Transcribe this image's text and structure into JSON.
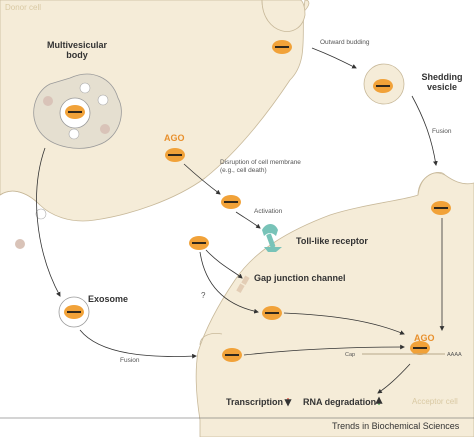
{
  "labels": {
    "donor_cell": "Donor cell",
    "multivesicular_body": "Multivesicular\nbody",
    "outward_budding": "Outward budding",
    "shedding_vesicle": "Shedding\nvesicle",
    "fusion_top": "Fusion",
    "ago_left": "AGO",
    "disruption": "Disruption of cell membrane\n(e.g., cell death)",
    "activation": "Activation",
    "toll_like_receptor": "Toll-like receptor",
    "gap_junction_channel": "Gap junction channel",
    "question_mark": "?",
    "exosome": "Exosome",
    "fusion_bottom": "Fusion",
    "ago_right": "AGO",
    "cap": "Cap",
    "aaaa": "AAAA",
    "transcription": "Transcription",
    "rna_degradation": "RNA degradation",
    "acceptor_cell": "Acceptor cell",
    "credit": "Trends in Biochemical Sciences"
  },
  "colors": {
    "donor_fill": "#f5ecd8",
    "acceptor_fill": "#f5ecd8",
    "ago_orange": "#f1a239",
    "ago_line": "#1a1a1a",
    "vesicle_border": "#9a9a9a",
    "receptor_teal": "#78c3b8",
    "down_arrow_red": "#e03a2a",
    "up_arrow_green": "#3aa64a"
  }
}
